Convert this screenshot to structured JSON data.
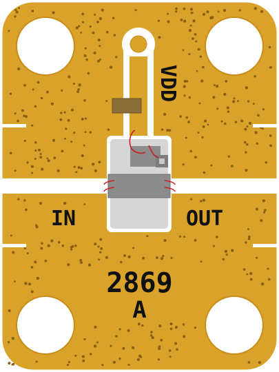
{
  "board": {
    "labels": {
      "vdd": "VDD",
      "input": "IN",
      "output": "OUT",
      "part_number": "2869",
      "revision": "A"
    },
    "colors": {
      "substrate": "#d9a22a",
      "board_outline": "#ffffff",
      "trace": "#ffffff",
      "via_dot": "#8a5f10",
      "component": "#8c8c8c",
      "component_dark": "#6f6f6f",
      "die_pad": "#c8c8c8",
      "bond_wire": "#cc1f1f",
      "capacitor": "#8a6f3a",
      "silkscreen": "#111111"
    }
  }
}
